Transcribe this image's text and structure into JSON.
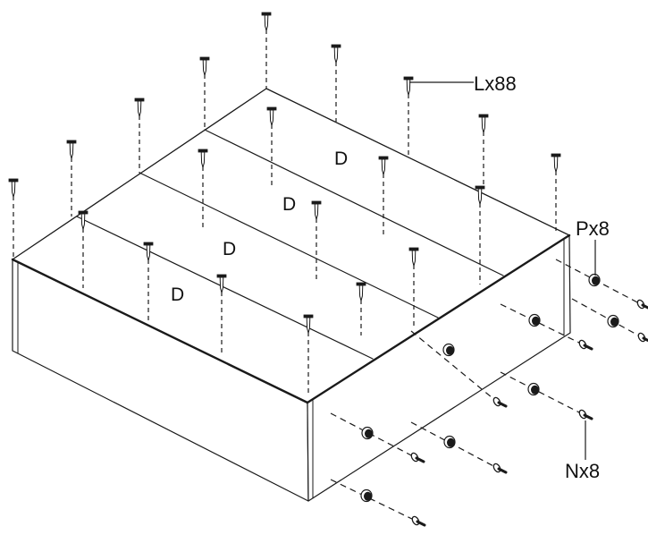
{
  "labels": {
    "panel_d_1": "D",
    "panel_d_2": "D",
    "panel_d_3": "D",
    "panel_d_4": "D",
    "nail_callout": "Lx88",
    "dowel_callout": "Px8",
    "screw_callout": "Nx8"
  },
  "colors": {
    "line": "#1a1a1a",
    "fill": "#ffffff"
  },
  "icons": {
    "nail": "nail-icon",
    "screw": "screw-icon",
    "dowel": "dowel-icon"
  }
}
